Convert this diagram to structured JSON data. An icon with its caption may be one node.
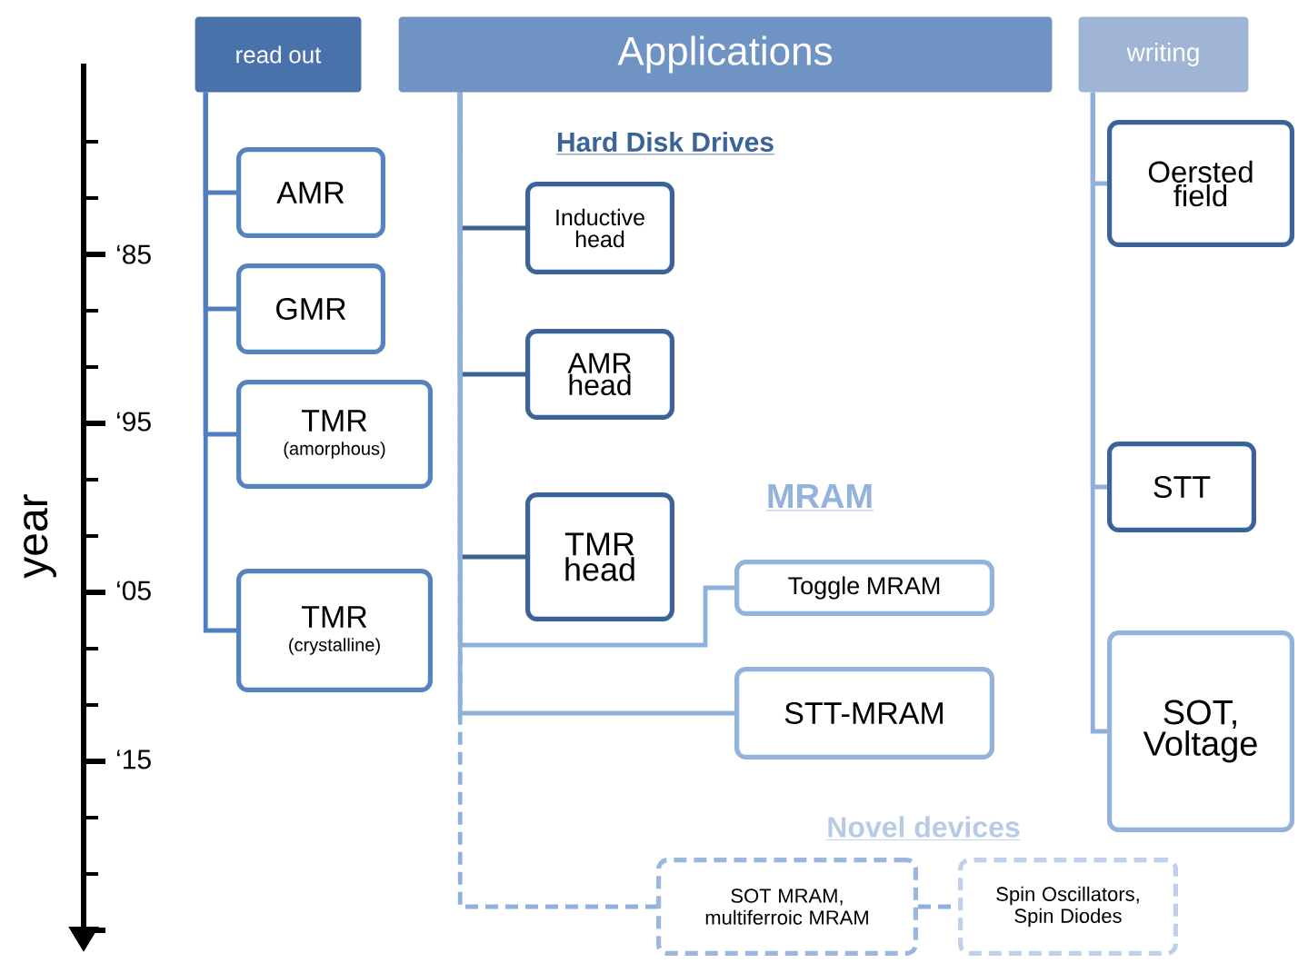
{
  "diagram": {
    "nodes": [
      {
        "text": [
          "read out"
        ]
      },
      {
        "text": [
          "Applications"
        ]
      },
      {
        "text": [
          "writing"
        ]
      },
      {
        "text": [
          "AMR"
        ]
      },
      {
        "text": [
          "GMR"
        ]
      },
      {
        "text": [
          "TMR",
          "(amorphous)"
        ]
      },
      {
        "text": [
          "TMR",
          "(crystalline)"
        ]
      },
      {
        "text": [
          "Inductive head"
        ]
      },
      {
        "text": [
          "AMR head"
        ]
      },
      {
        "text": [
          "TMR head"
        ]
      },
      {
        "text": [
          "Toggle MRAM"
        ]
      },
      {
        "text": [
          "STT-MRAM"
        ]
      },
      {
        "text": [
          "SOT  MRAM, multiferroic MRAM"
        ]
      },
      {
        "text": [
          "Spin Oscillators, Spin Diodes"
        ]
      },
      {
        "text": [
          "Oersted field"
        ]
      },
      {
        "text": [
          "STT"
        ]
      },
      {
        "text": [
          "SOT, Voltage"
        ]
      }
    ],
    "edges": [
      {
        "from": 0,
        "to": 3,
        "arrow": "none",
        "color": "#4f7fc0"
      },
      {
        "from": 0,
        "to": 4,
        "arrow": "none",
        "color": "#4f7fc0"
      },
      {
        "from": 0,
        "to": 5,
        "arrow": "none",
        "color": "#4f7fc0"
      },
      {
        "from": 0,
        "to": 6,
        "arrow": "none",
        "color": "#4f7fc0"
      },
      {
        "from": 1,
        "to": 7,
        "arrow": "none",
        "color": "#3a6399"
      },
      {
        "from": 1,
        "to": 8,
        "arrow": "none",
        "color": "#3a6399"
      },
      {
        "from": 1,
        "to": 9,
        "arrow": "none",
        "color": "#3a6399"
      },
      {
        "from": 1,
        "to": 10,
        "arrow": "none"
      },
      {
        "from": 1,
        "to": 11,
        "arrow": "none"
      },
      {
        "from": 1,
        "to": 12,
        "arrow": "none",
        "style": "dashed"
      },
      {
        "from": 12,
        "to": 13,
        "arrow": "none",
        "style": "dashed"
      },
      {
        "from": 2,
        "to": 14,
        "arrow": "none"
      },
      {
        "from": 2,
        "to": 15,
        "arrow": "none"
      },
      {
        "from": 2,
        "to": 16,
        "arrow": "none"
      }
    ],
    "labels": [
      "year",
      "‘85",
      "‘95",
      "‘05",
      "‘15",
      "Hard Disk Drives",
      "MRAM",
      "Novel devices"
    ]
  }
}
